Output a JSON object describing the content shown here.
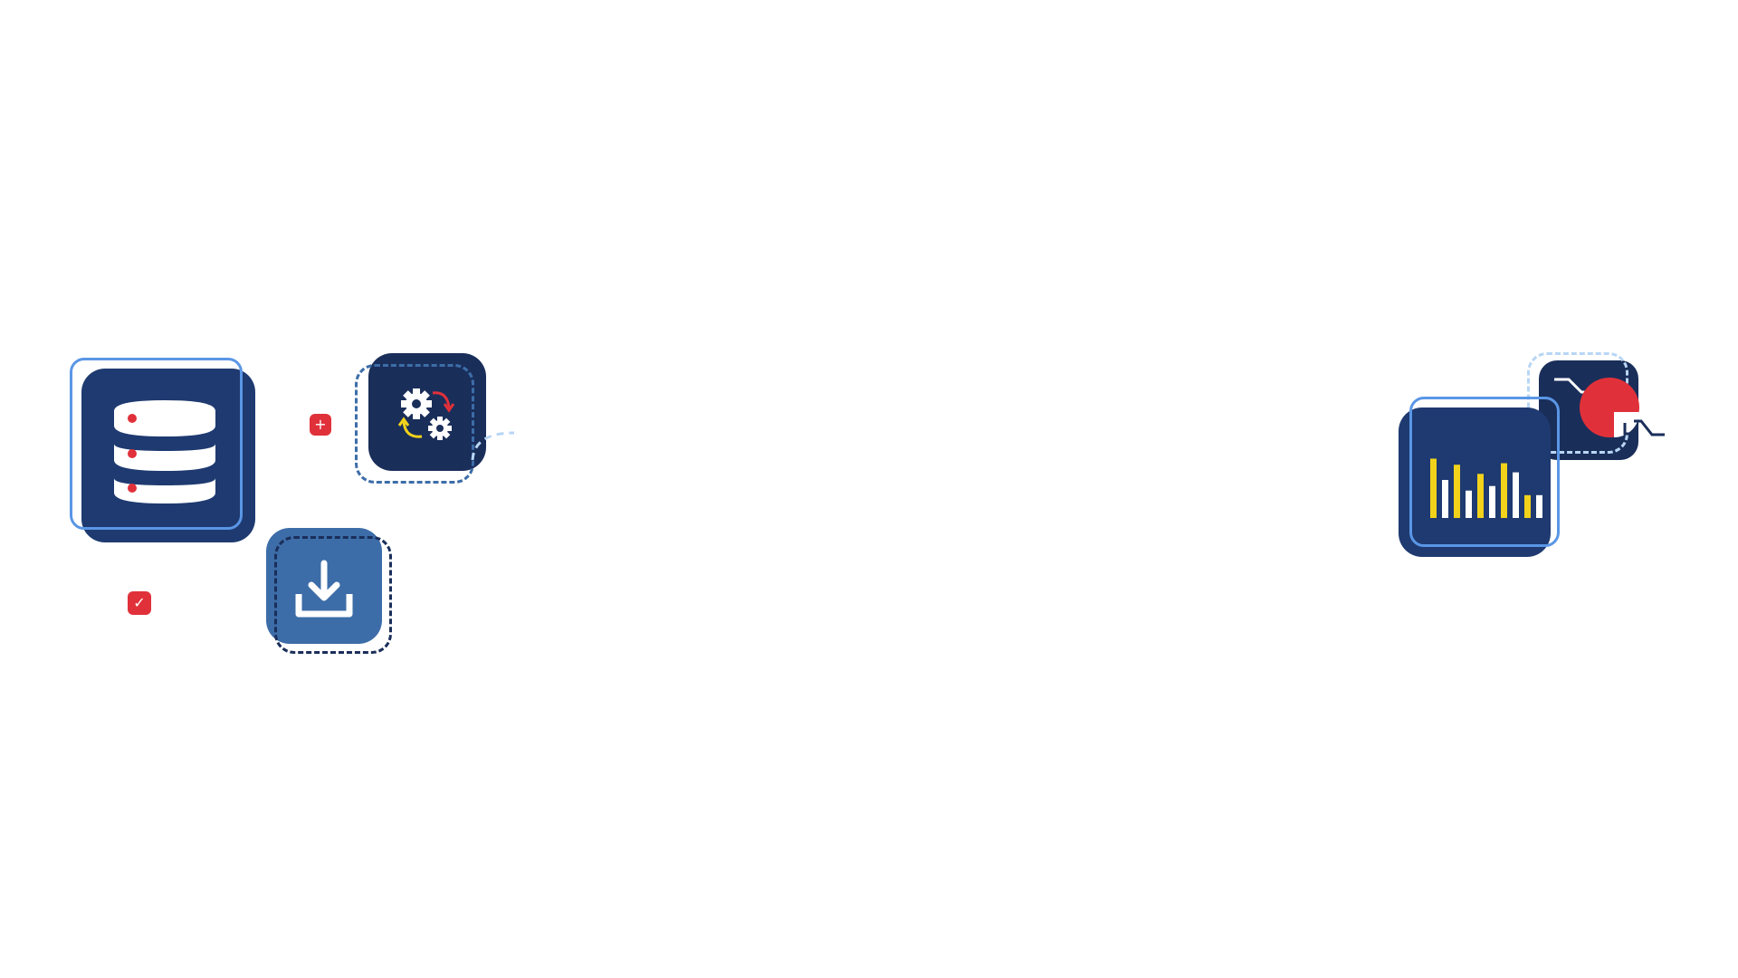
{
  "colors": {
    "navy": "#1e3a70",
    "navy_dark": "#1a2e5a",
    "steel_blue": "#3d6da8",
    "outline_blue": "#5a96e6",
    "light_dash": "#b9d6f4",
    "red": "#e0313a",
    "yellow": "#f2d21b",
    "white": "#ffffff"
  },
  "icons": {
    "database": "database-icon",
    "gears": "gears-sync-icon",
    "download": "download-tray-icon",
    "bar_chart": "bar-chart-icon",
    "pie_chart": "pie-chart-icon",
    "check_badge": "check-icon",
    "plus_badge": "plus-icon"
  },
  "badges": {
    "plus_symbol": "+",
    "check_symbol": "✓"
  },
  "bar_chart_icon": {
    "yellow_bar_levels": [
      0.78,
      0.7,
      0.58,
      0.72,
      0.28
    ],
    "white_bar_levels": [
      0.5,
      0.36,
      0.42,
      0.6,
      0.28
    ]
  }
}
